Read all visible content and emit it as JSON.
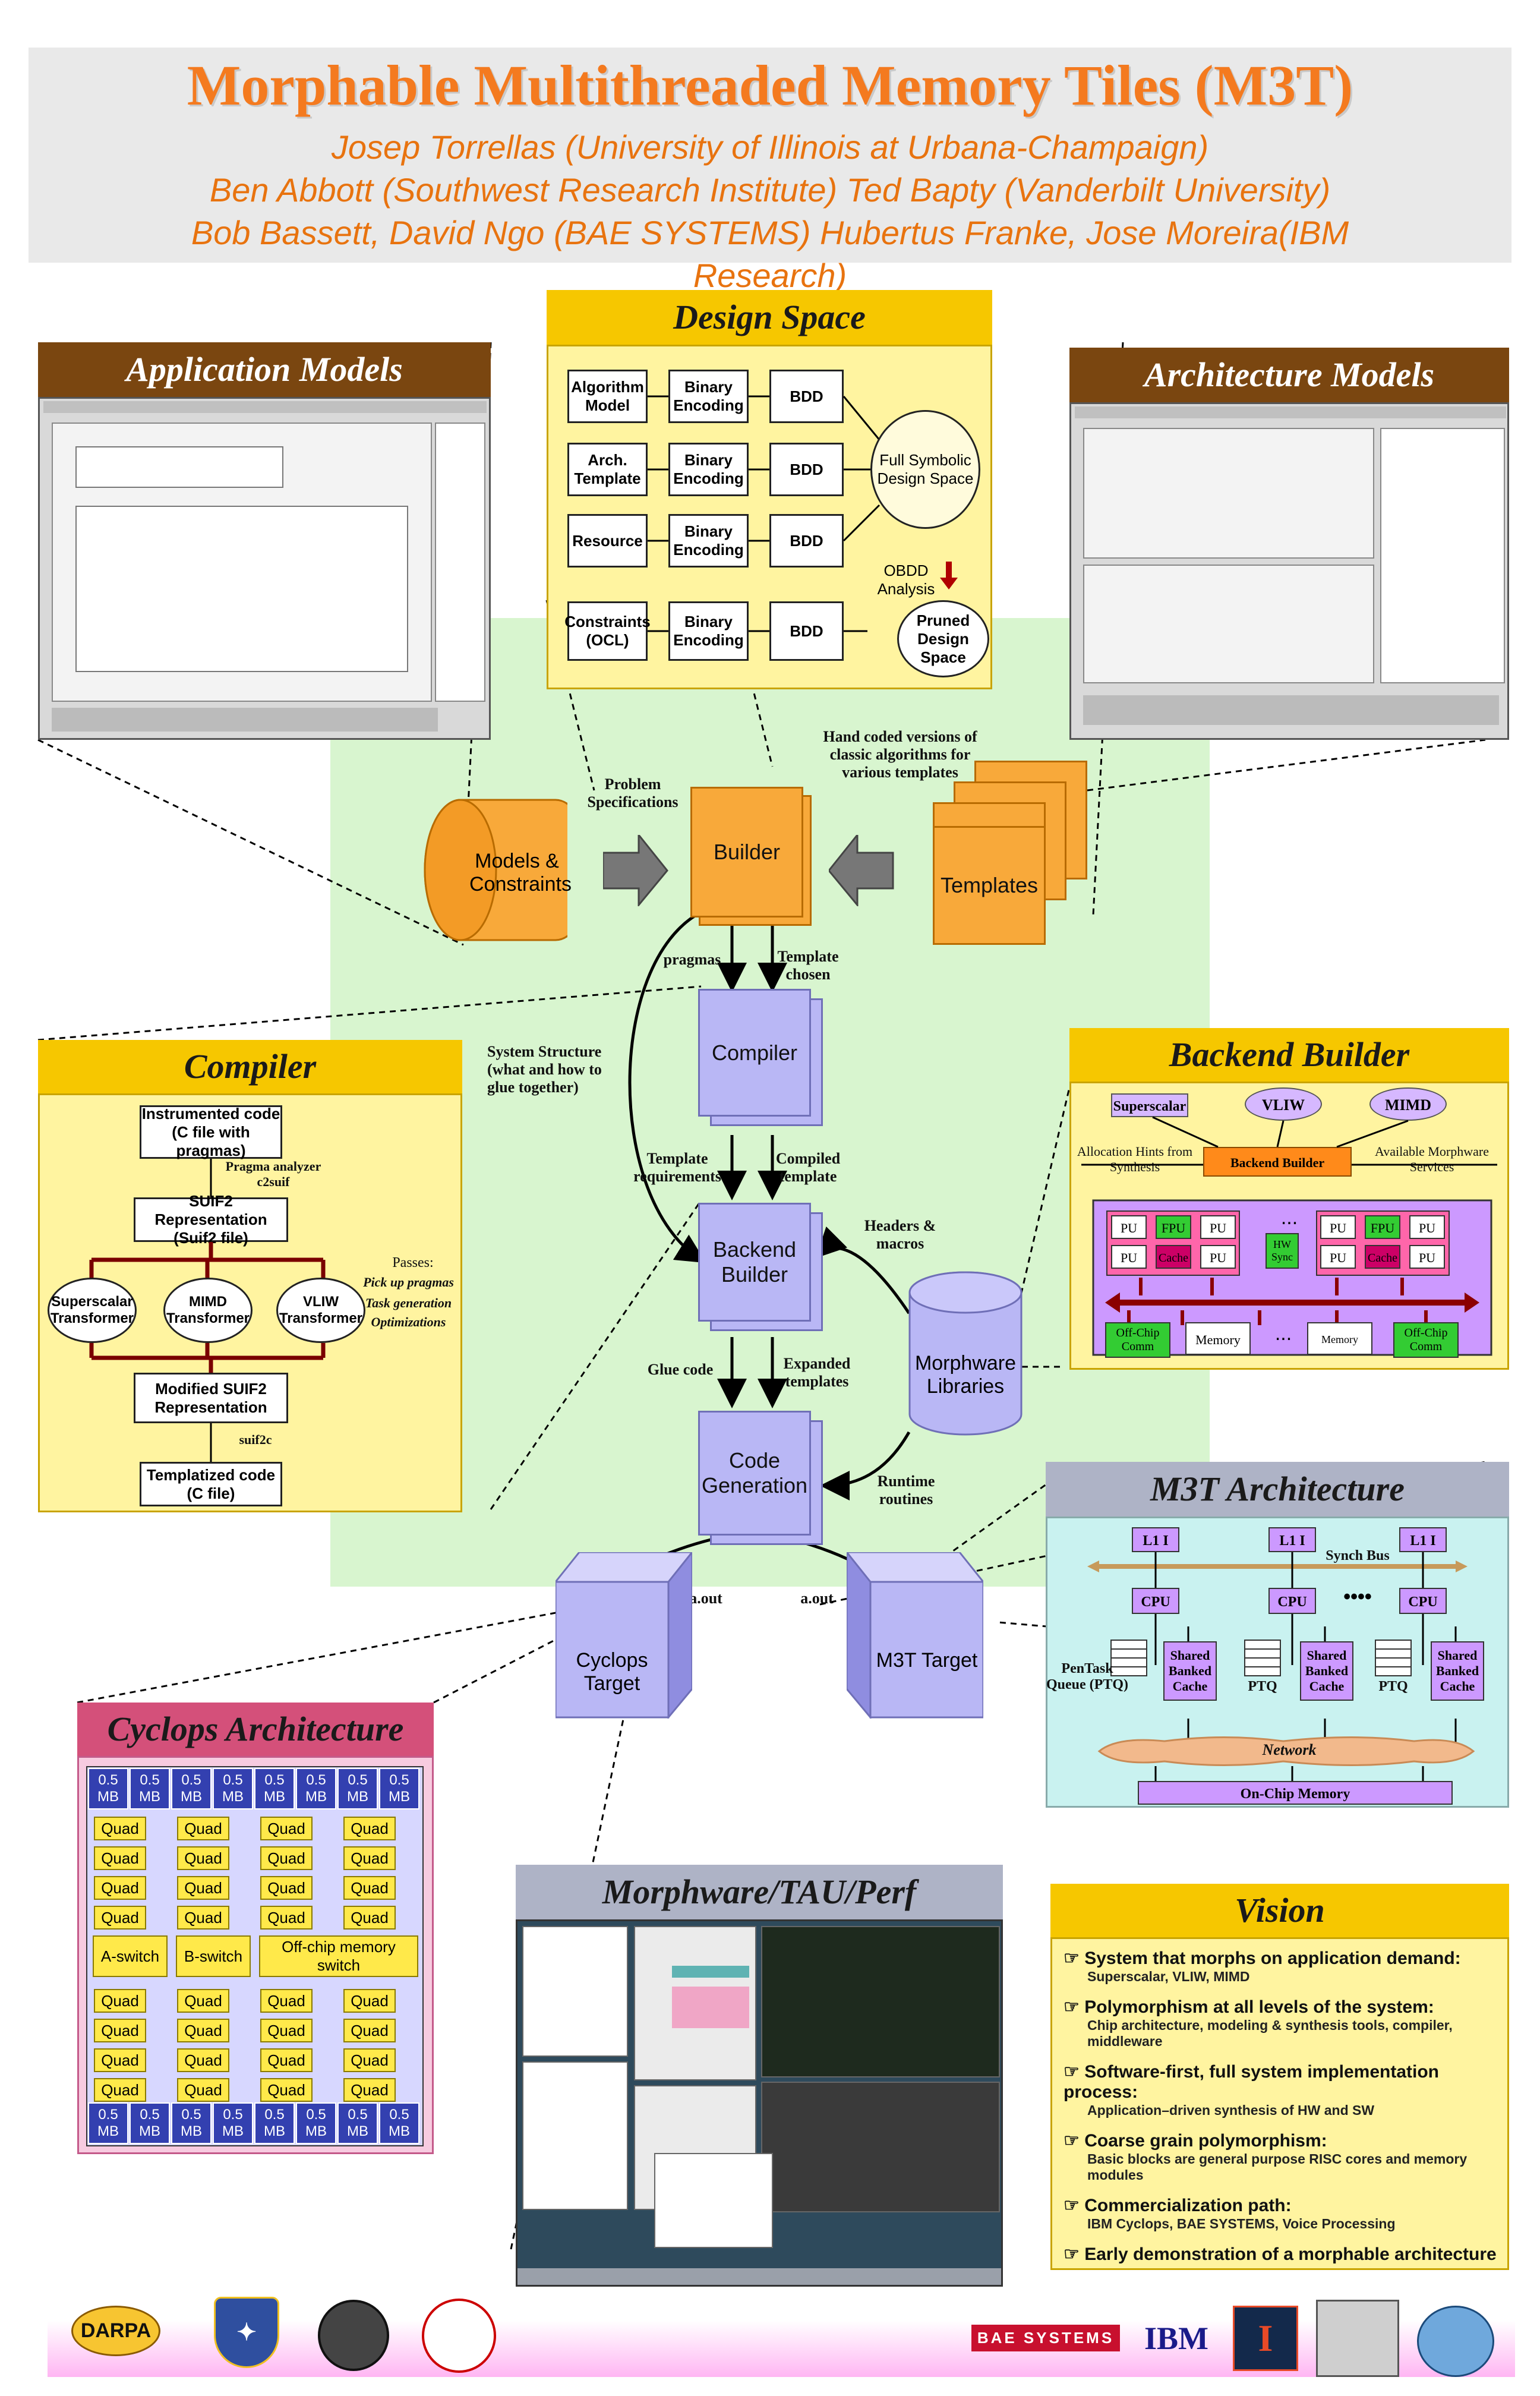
{
  "header": {
    "title": "Morphable Multithreaded Memory Tiles (M3T)",
    "authors": [
      "Josep Torrellas (University of Illinois at Urbana-Champaign)",
      "Ben Abbott (Southwest Research Institute)   Ted Bapty (Vanderbilt University)",
      "Bob Bassett, David Ngo (BAE SYSTEMS)    Hubertus Franke, Jose Moreira(IBM",
      "Research)"
    ]
  },
  "design_space": {
    "title": "Design Space",
    "rows": [
      {
        "left": "Algorithm Model",
        "mid": "Binary Encoding",
        "right": "BDD"
      },
      {
        "left": "Arch. Template",
        "mid": "Binary Encoding",
        "right": "BDD"
      },
      {
        "left": "Resource",
        "mid": "Binary Encoding",
        "right": "BDD"
      },
      {
        "left": "Constraints (OCL)",
        "mid": "Binary Encoding",
        "right": "BDD"
      }
    ],
    "full_space": "Full Symbolic Design Space",
    "obdd": "OBDD Analysis",
    "pruned": "Pruned Design Space"
  },
  "application_models": {
    "title": "Application Models"
  },
  "architecture_models": {
    "title": "Architecture Models"
  },
  "flow": {
    "problem_spec": "Problem Specifications",
    "hand_coded": "Hand coded versions of classic algorithms for various templates",
    "models": "Models & Constraints",
    "builder": "Builder",
    "templates": "Templates",
    "pragmas": "pragmas",
    "template_chosen": "Template chosen",
    "system_structure": "System Structure (what and how to glue together)",
    "compiler": "Compiler",
    "template_requirements": "Template requirements",
    "compiled_template": "Compiled template",
    "headers": "Headers & macros",
    "backend_builder": "Backend Builder",
    "morphware_libraries": "Morphware Libraries",
    "glue_code": "Glue code",
    "expanded": "Expanded templates",
    "code_generation": "Code Generation",
    "runtime": "Runtime routines",
    "aout1": "a.out",
    "aout2": "a.out",
    "cyclops_target": "Cyclops Target",
    "m3t_target": "M3T Target"
  },
  "compiler_panel": {
    "title": "Compiler",
    "instrumented": "Instrumented code (C file with pragmas)",
    "pragma_analyzer": "Pragma analyzer c2suif",
    "suif2": "SUIF2 Representation (Suif2 file)",
    "passes_head": "Passes:",
    "passes": [
      "Pick up pragmas",
      "Task generation",
      "Optimizations"
    ],
    "superscalar": "Superscalar Transformer",
    "mimd": "MIMD Transformer",
    "vliw": "VLIW Transformer",
    "modified": "Modified SUIF2 Representation",
    "suif2c": "suif2c",
    "templatized": "Templatized code (C file)"
  },
  "backend_panel": {
    "title": "Backend Builder",
    "superscalar": "Superscalar",
    "vliw": "VLIW",
    "mimd": "MIMD",
    "alloc": "Allocation Hints from Synthesis",
    "builder": "Backend Builder",
    "available": "Available Morphware Services",
    "pu": "PU",
    "fpu": "FPU",
    "cache": "Cache",
    "hw_sync": "HW Sync",
    "dots": "...",
    "offchip": "Off-Chip Comm",
    "memory": "Memory"
  },
  "m3t_arch": {
    "title": "M3T Architecture",
    "l1": "L1 I",
    "synch_bus": "Synch Bus",
    "cpu": "CPU",
    "dots": "••••",
    "shared": "Shared Banked Cache",
    "pentask": "PenTask Queue (PTQ)",
    "ptq": "PTQ",
    "network": "Network",
    "onchip": "On-Chip Memory"
  },
  "cyclops": {
    "title": "Cyclops Architecture",
    "mb": "0.5 MB",
    "quad": "Quad",
    "a_switch": "A-switch",
    "b_switch": "B-switch",
    "offchip_switch": "Off-chip memory switch"
  },
  "morphware_tau": {
    "title": "Morphware/TAU/Perf"
  },
  "vision": {
    "title": "Vision",
    "items": [
      {
        "head": "System that morphs on application demand:",
        "sub": "Superscalar, VLIW, MIMD"
      },
      {
        "head": "Polymorphism at all levels of the system:",
        "sub": "Chip architecture, modeling & synthesis tools, compiler, middleware"
      },
      {
        "head": "Software-first, full system implementation process:",
        "sub": "Application–driven synthesis of HW and SW"
      },
      {
        "head": "Coarse grain polymorphism:",
        "sub": "Basic blocks are general purpose RISC cores and memory modules"
      },
      {
        "head": "Commercialization path:",
        "sub": "IBM Cyclops, BAE SYSTEMS, Voice Processing"
      },
      {
        "head": "Early demonstration of a morphable architecture",
        "sub": ""
      }
    ]
  },
  "footer": {
    "darpa": "DARPA",
    "bae": "BAE SYSTEMS",
    "ibm": "IBM"
  },
  "colors": {
    "title": "#f47a1f",
    "flow_bg": "#d8f5cf",
    "lavender": "#b9b7f5",
    "orange": "#f8a93a"
  }
}
